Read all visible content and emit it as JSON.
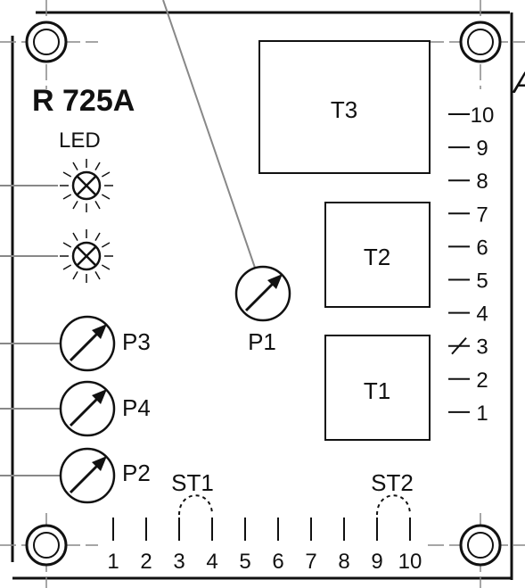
{
  "board": {
    "title": "R 725A",
    "partial_letter": "A",
    "led_label": "LED"
  },
  "transformers": [
    {
      "id": "t3",
      "label": "T3"
    },
    {
      "id": "t2",
      "label": "T2"
    },
    {
      "id": "t1",
      "label": "T1"
    }
  ],
  "potentiometers": [
    {
      "id": "p1",
      "label": "P1"
    },
    {
      "id": "p3",
      "label": "P3"
    },
    {
      "id": "p4",
      "label": "P4"
    },
    {
      "id": "p2",
      "label": "P2"
    }
  ],
  "jumpers": [
    {
      "id": "st1",
      "label": "ST1"
    },
    {
      "id": "st2",
      "label": "ST2"
    }
  ],
  "right_terminals": [
    "10",
    "9",
    "8",
    "7",
    "6",
    "5",
    "4",
    "3",
    "2",
    "1"
  ],
  "bottom_terminals": [
    "1",
    "2",
    "3",
    "4",
    "5",
    "6",
    "7",
    "8",
    "9",
    "10"
  ]
}
